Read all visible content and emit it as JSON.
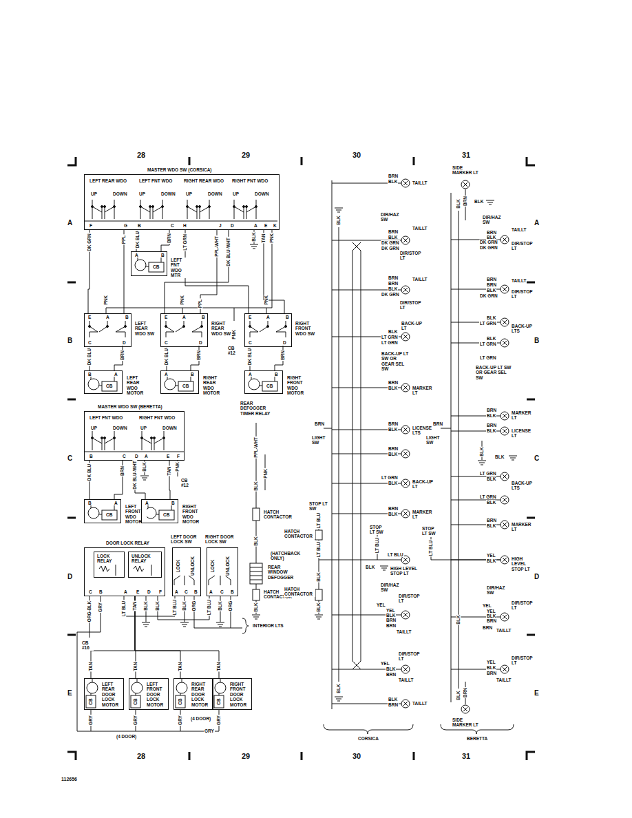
{
  "diagram": {
    "nodes": [
      {
        "text": [
          "MASTER WDO SW (CORSICA)",
          "LEFT REAR WDO",
          "LEFT FNT WDO",
          "RIGHT REAR WDO",
          "RIGHT FNT WDO",
          "UP",
          "DOWN",
          "UP",
          "DOWN",
          "UP",
          "DOWN",
          "UP",
          "DOWN",
          "F",
          "G",
          "B",
          "C",
          "H",
          "J",
          "D",
          "A",
          "E",
          "K"
        ]
      },
      {
        "text": [
          "A",
          "B",
          "CB",
          "LEFT FNT WDO MTR"
        ]
      },
      {
        "text": [
          "E",
          "A",
          "B",
          "C",
          "D",
          "LEFT REAR WDO SW"
        ]
      },
      {
        "text": [
          "E",
          "A",
          "B",
          "C",
          "D",
          "RIGHT REAR WDO SW"
        ]
      },
      {
        "text": [
          "E",
          "A",
          "B",
          "C",
          "D",
          "RIGHT FRONT WDO SW"
        ]
      },
      {
        "text": [
          "B",
          "A",
          "CB",
          "LEFT REAR WDO MOTOR"
        ]
      },
      {
        "text": [
          "A",
          "B",
          "CB",
          "RIGHT REAR WDO MOTOR"
        ]
      },
      {
        "text": [
          "A",
          "B",
          "CB",
          "RIGHT FRONT WDO MOTOR"
        ]
      },
      {
        "text": [
          "MASTER WDO SW (BERETTA)",
          "LEFT FNT WDO",
          "RIGHT FNT WDO",
          "UP",
          "DOWN",
          "UP",
          "DOWN",
          "B",
          "C",
          "D",
          "A",
          "E",
          "F"
        ]
      },
      {
        "text": [
          "B",
          "A",
          "CB",
          "LEFT FRONT WDO MOTOR"
        ]
      },
      {
        "text": [
          "A",
          "B",
          "CB",
          "RIGHT FRONT WDO MOTOR"
        ]
      },
      {
        "text": [
          "DOOR LOCK RELAY",
          "C",
          "B",
          "A",
          "E",
          "D",
          "F"
        ]
      },
      {
        "text": [
          "LOCK RELAY"
        ],
        "in": 11
      },
      {
        "text": [
          "UNLOCK RELAY"
        ],
        "in": 11
      },
      {
        "text": [
          "LEFT DOOR LOCK SW",
          "LOCK",
          "UNLOCK",
          "A",
          "C",
          "B"
        ]
      },
      {
        "text": [
          "RIGHT DOOR LOCK SW",
          "LOCK",
          "UNLOCK",
          "A",
          "C",
          "B"
        ]
      },
      {
        "text": [
          "CB",
          "LEFT REAR DOOR LOCK MOTOR"
        ]
      },
      {
        "text": [
          "CB",
          "LEFT FRONT DOOR LOCK MOTOR"
        ]
      },
      {
        "text": [
          "CB",
          "RIGHT REAR DOOR LOCK MOTOR"
        ]
      },
      {
        "text": [
          "CB",
          "RIGHT FRONT DOOR LOCK MOTOR"
        ]
      }
    ],
    "edges": [
      {
        "from": 0,
        "to": 1,
        "arrow": "none"
      },
      {
        "from": 0,
        "to": 2,
        "arrow": "none"
      },
      {
        "from": 0,
        "to": 3,
        "arrow": "none"
      },
      {
        "from": 0,
        "to": 4,
        "arrow": "none"
      },
      {
        "from": 2,
        "to": 5,
        "arrow": "none"
      },
      {
        "from": 3,
        "to": 6,
        "arrow": "none"
      },
      {
        "from": 4,
        "to": 7,
        "arrow": "none"
      },
      {
        "from": 8,
        "to": 9,
        "arrow": "none"
      },
      {
        "from": 8,
        "to": 10,
        "arrow": "none"
      },
      {
        "from": 11,
        "to": 14,
        "arrow": "none"
      },
      {
        "from": 11,
        "to": 15,
        "arrow": "none"
      },
      {
        "from": 11,
        "to": 16,
        "arrow": "none"
      },
      {
        "from": 11,
        "to": 17,
        "arrow": "none"
      },
      {
        "from": 11,
        "to": 18,
        "arrow": "none"
      },
      {
        "from": 11,
        "to": 19,
        "arrow": "none"
      }
    ],
    "labels": [
      "28",
      "29",
      "30",
      "31",
      "A",
      "A",
      "B",
      "B",
      "C",
      "C",
      "D",
      "D",
      "E",
      "E",
      "28",
      "29",
      "30",
      "31",
      "112656",
      "DK GRN",
      "PPL",
      "DK BLU",
      "BRN",
      "LT GRN",
      "PPL-WHT",
      "DK BLU-WHT",
      "BLK",
      "TAN",
      "PNK",
      "PNK",
      "PNK",
      "PPL",
      "PNK",
      "DK BLU",
      "BRN",
      "DK BLU",
      "BRN",
      "DK BLU",
      "BRN",
      "PNK",
      "CB #12",
      "DK BLU",
      "BRN",
      "DK BLU-WHT",
      "BLK",
      "TAN",
      "PNK",
      "CB #12",
      "REAR DEFOGGER TIMER RELAY",
      "PPL-WHT",
      "PNK",
      "BLK",
      "HATCH CONTACTOR",
      "BLK",
      "(HATCHBACK ONLY)",
      "REAR WINDOW DEFOGGER",
      "HATCH CONTACTOR",
      "BLK",
      "INTERIOR LTS",
      "ORG-BLK",
      "GRY",
      "LT BLU",
      "TAN",
      "BLK",
      "BLK",
      "LT BLU",
      "BLK",
      "ORG",
      "LT BLU",
      "BLK",
      "ORG",
      "CB #16",
      "TAN",
      "TAN",
      "TAN",
      "TAN",
      "GRY",
      "GRY",
      "GRY",
      "GRY",
      "(4 DOOR)",
      "(4 DOOR)",
      "GRY",
      "STOP LT SW",
      "LT BLU",
      "HATCH CONTACTOR",
      "LT BLU",
      "BLK",
      "HATCH CONTACTOR",
      "BLK",
      "BRN",
      "BLK",
      "TAILLT",
      "BLK",
      "DIR/HAZ SW",
      "TAILLT",
      "BRN",
      "BLK",
      "DK GRN",
      "DK GRN",
      "DIR/STOP LT",
      "BRN",
      "BRN",
      "BLK",
      "DK GRN",
      "TAILLT",
      "DIR/STOP LT",
      "BACK-UP LT",
      "BLK",
      "LT GRN",
      "LT GRN",
      "BACK-UP LT SW OR GEAR SEL SW",
      "BRN",
      "BLK",
      "MARKER LT",
      "BRN",
      "LIGHT SW",
      "BRN",
      "BLK",
      "LICENSE LTS",
      "BRN",
      "BLK",
      "LT GRN",
      "BLK",
      "BACK-UP LT",
      "BRN",
      "BLK",
      "MARKER LT",
      "STOP LT SW",
      "LT BLU",
      "LT BLU",
      "BLK",
      "HIGH LEVEL STOP LT",
      "DIR/HAZ SW",
      "DIR/STOP LT",
      "YEL",
      "YEL",
      "BLK",
      "BRN",
      "BRN",
      "TAILLT",
      "DIR/STOP LT",
      "YEL",
      "BLK",
      "BRN",
      "TAILLT",
      "BLK",
      "BLK",
      "BRN",
      "TAILLT",
      "CORSICA",
      "SIDE MARKER LT",
      "BRN",
      "BLK",
      "BLK",
      "DIR/HAZ SW",
      "TAILLT",
      "BRN",
      "BLK",
      "DK GRN",
      "DK GRN",
      "DIR/STOP LT",
      "TAILLT",
      "BRN",
      "BRN",
      "BLK",
      "DK GRN",
      "DIR/STOP LT",
      "BLK",
      "LT GRN",
      "BACK-UP LTS",
      "BLK",
      "LT GRN",
      "LT GRN",
      "BACK-UP LT SW OR GEAR SEL SW",
      "BRN",
      "BLK",
      "MARKER LT",
      "BRN",
      "LIGHT SW",
      "BRN",
      "BLK",
      "LICENSE LT",
      "BLK",
      "BLK",
      "LT GRN",
      "BLK",
      "BACK-UP LTS",
      "LT GRN",
      "BLK",
      "BRN",
      "BLK",
      "MARKER LT",
      "STOP LT SW",
      "LT BLU",
      "YEL",
      "BLK",
      "HIGH LEVEL STOP LT",
      "DIR/HAZ SW",
      "YEL",
      "DIR/STOP LT",
      "YEL",
      "BLK",
      "BRN",
      "BRN",
      "TAILLT",
      "BLK",
      "DIR/STOP LT",
      "YEL",
      "BLK",
      "BRN",
      "TAILLT",
      "BLK",
      "BRN",
      "SIDE MARKER LT",
      "BERETTA"
    ]
  }
}
